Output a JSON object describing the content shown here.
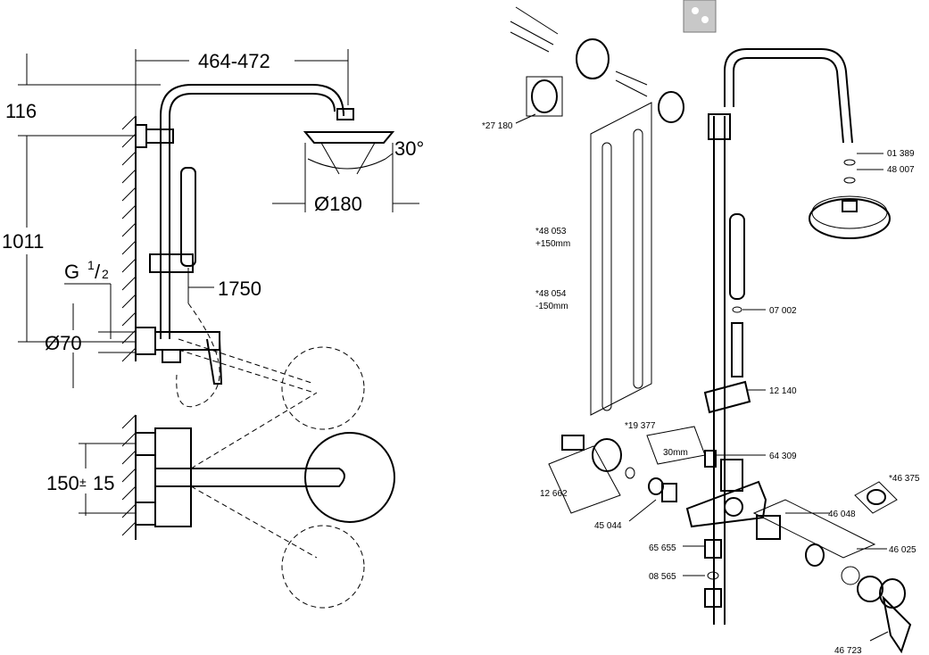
{
  "left_dims": {
    "width": "464-472",
    "top_offset": "116",
    "height": "1011",
    "thread_base": "G",
    "thread_num": "1",
    "thread_den": "2",
    "pipe_dia": "Ø70",
    "hose_len": "1750",
    "angle": "30°",
    "head_dia": "Ø180",
    "spacing_a": "150",
    "spacing_pm": "±",
    "spacing_b": "15"
  },
  "parts": {
    "p27180": "*27 180",
    "p48053": "*48 053",
    "p48053b": "+150mm",
    "p48054": "*48 054",
    "p48054b": "-150mm",
    "p19377": "*19 377",
    "p30mm": "30mm",
    "p12662": "12 662",
    "p45044": "45 044",
    "p65655": "65 655",
    "p08565": "08 565",
    "p01389": "01 389",
    "p48007": "48 007",
    "p07002": "07 002",
    "p12140": "12 140",
    "p64309": "64 309",
    "p46375": "*46 375",
    "p46048": "46 048",
    "p46025": "46 025",
    "p46723": "46 723"
  },
  "icon": {
    "name": "grohe-parts-icon"
  }
}
